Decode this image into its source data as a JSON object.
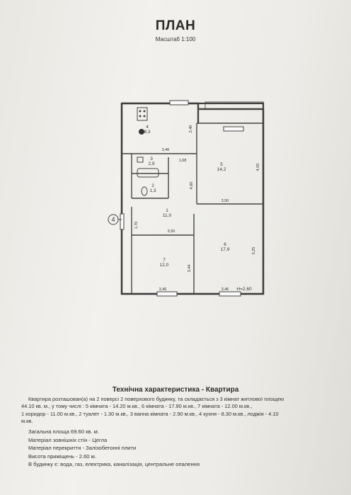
{
  "header": {
    "title": "ПЛАН",
    "scale": "Масштаб 1:100"
  },
  "plan": {
    "axis_marker": "4",
    "height_note": "H=2,60",
    "rooms": [
      {
        "number": "4",
        "area": "8,3"
      },
      {
        "number": "3",
        "area": "2,9"
      },
      {
        "number": "2",
        "area": "1,3"
      },
      {
        "number": "1",
        "area": "11,0"
      },
      {
        "number": "5",
        "area": "14,2"
      },
      {
        "number": "6",
        "area": "17,9"
      },
      {
        "number": "7",
        "area": "12,0"
      }
    ],
    "dimensions": {
      "d_2_40": "2,40",
      "d_3_46_top": "3,46",
      "d_1_68": "1,68",
      "d_4_05": "4,05",
      "d_4_60": "4,60",
      "d_3_50_top": "3,50",
      "d_3_50_mid": "3,50",
      "d_1_70": "1,70",
      "d_3_44": "3,44",
      "d_5_25": "5,25",
      "d_3_46_bottom_left": "3,46",
      "d_3_46_bottom_right": "3,46"
    }
  },
  "spec": {
    "title": "Технічна характеристика - Квартира",
    "desc_lines": [
      "Квартира розташован(а) на 2 поверсі 2 поверхового будинку, та складається з 3 кімнат житлової площею",
      "44.10 кв. м., у тому числі : 5 кімната - 14.20 м.кв., 6 кімната - 17.90 м.кв., 7 кімната - 12.00 м.кв.,",
      "1 коридор - 11.00 м.кв., 2 туалет - 1.30 м.кв., 3 ванна кімната - 2.90 м.кв., 4 кухня - 8.30 м.кв., лоджія - 4.10",
      "м.кв."
    ],
    "facts": [
      "Загальна площа 69.60 кв. м.",
      "Матеріал зовнішніх стін - Цегла",
      "Матеріал перекриття - Залізобетонні плити",
      "Висота приміщень - 2.60 м.",
      "В будинку є: вода, газ, електрика, каналізація, центральне опалення"
    ]
  }
}
